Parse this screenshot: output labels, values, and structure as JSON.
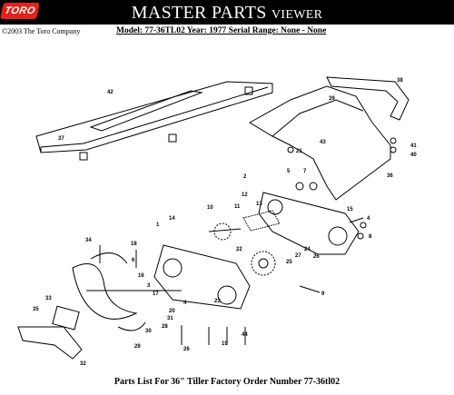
{
  "header": {
    "logo_text": "TORO",
    "title_main": "MASTER PARTS",
    "title_sub": "VIEWER",
    "bar_color": "#000000",
    "logo_color": "#e2231a"
  },
  "copyright": "©2003 The Toro Company",
  "model_line": "Model: 77-36TL02  Year: 1977  Serial Range: None - None",
  "diagram": {
    "callouts": [
      "42",
      "37",
      "38",
      "39",
      "43",
      "21",
      "41",
      "40",
      "36",
      "2",
      "5",
      "7",
      "15",
      "4",
      "8",
      "12",
      "13",
      "11",
      "10",
      "14",
      "1",
      "34",
      "18",
      "22",
      "25",
      "27",
      "24",
      "26",
      "9",
      "6",
      "16",
      "3",
      "17",
      "4",
      "23",
      "20",
      "31",
      "28",
      "33",
      "35",
      "30",
      "29",
      "19",
      "44",
      "26",
      "32"
    ]
  },
  "footer": "Parts List For 36\" Tiller Factory Order Number 77-36tl02"
}
